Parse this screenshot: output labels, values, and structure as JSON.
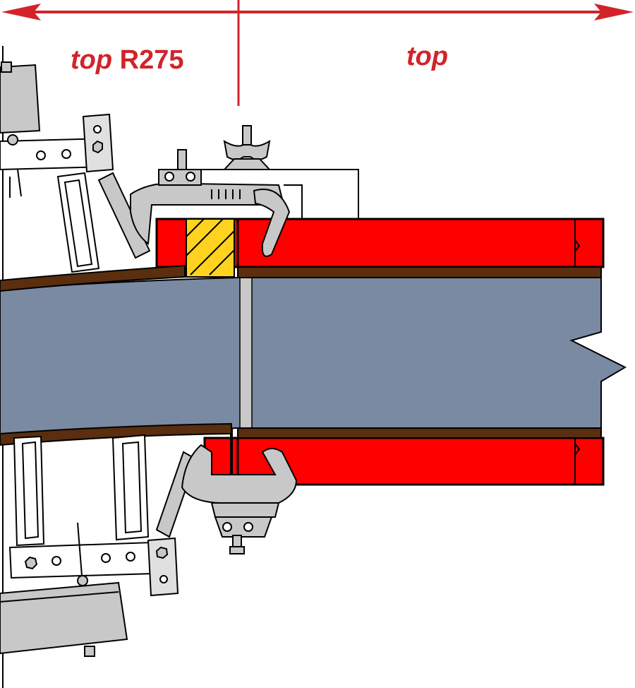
{
  "labels": {
    "left_italic": "top",
    "left_rest": " R275",
    "right": "top"
  },
  "colors": {
    "annotation": "#d2232a",
    "steel_red": "#ff0000",
    "concrete": "#7a8aa3",
    "plywood": "#5a2e0e",
    "timber_filler": "#ffd21f",
    "clamp_grey": "#c8c8c8",
    "outline": "#000000"
  },
  "icons": {
    "arrow_left": "arrow-left-icon",
    "arrow_right": "arrow-right-icon",
    "clamp": "wedge-clamp-icon",
    "wing_nut": "wing-nut-icon"
  }
}
